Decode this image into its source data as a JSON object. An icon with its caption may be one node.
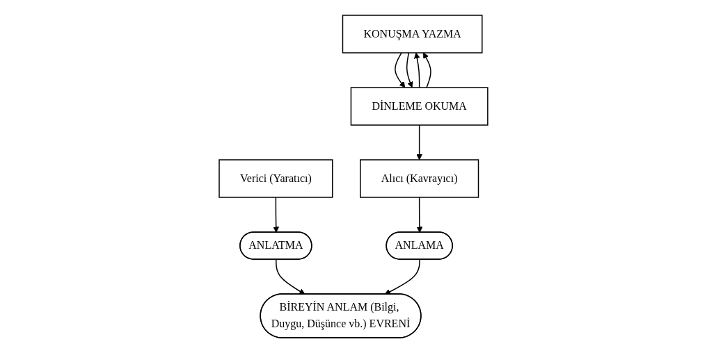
{
  "diagram": {
    "nodes": [
      {
        "text": [
          "KONUŞMA YAZMA"
        ]
      },
      {
        "text": [
          "DİNLEME OKUMA"
        ]
      },
      {
        "text": [
          "Verici (Yaratıcı)"
        ]
      },
      {
        "text": [
          "Alıcı (Kavrayıcı)"
        ]
      },
      {
        "text": [
          "ANLATMA"
        ]
      },
      {
        "text": [
          "ANLAMA"
        ]
      },
      {
        "text": [
          "BİREYİN ANLAM (Bilgi, Duygu, Düşünce vb.) EVRENİ"
        ]
      }
    ],
    "edges": [
      {
        "from": 0,
        "to": 1,
        "arrow": "to"
      },
      {
        "from": 1,
        "to": 0,
        "arrow": "to"
      },
      {
        "from": 0,
        "to": 1,
        "arrow": "to"
      },
      {
        "from": 1,
        "to": 0,
        "arrow": "to"
      },
      {
        "from": 2,
        "to": 4,
        "arrow": "to"
      },
      {
        "from": 1,
        "to": 3,
        "arrow": "to"
      },
      {
        "from": 3,
        "to": 5,
        "arrow": "to"
      },
      {
        "from": 4,
        "to": 6,
        "arrow": "to"
      },
      {
        "from": 5,
        "to": 6,
        "arrow": "to"
      }
    ]
  }
}
